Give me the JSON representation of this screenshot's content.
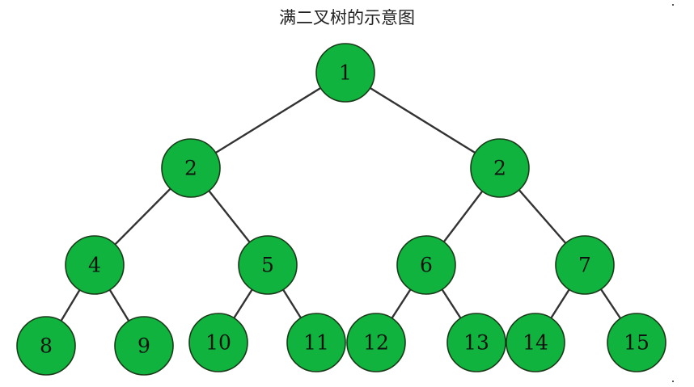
{
  "title": "满二叉树的示意图",
  "colors": {
    "node_fill": "#10b33d",
    "edge": "#333333",
    "text": "#111111"
  },
  "tree": {
    "nodes": [
      {
        "id": "n1",
        "label": "1"
      },
      {
        "id": "n2a",
        "label": "2"
      },
      {
        "id": "n2b",
        "label": "2"
      },
      {
        "id": "n4",
        "label": "4"
      },
      {
        "id": "n5",
        "label": "5"
      },
      {
        "id": "n6",
        "label": "6"
      },
      {
        "id": "n7",
        "label": "7"
      },
      {
        "id": "n8",
        "label": "8"
      },
      {
        "id": "n9",
        "label": "9"
      },
      {
        "id": "n10",
        "label": "10"
      },
      {
        "id": "n11",
        "label": "11"
      },
      {
        "id": "n12",
        "label": "12"
      },
      {
        "id": "n13",
        "label": "13"
      },
      {
        "id": "n14",
        "label": "14"
      },
      {
        "id": "n15",
        "label": "15"
      }
    ],
    "edges": [
      [
        "n1",
        "n2a"
      ],
      [
        "n1",
        "n2b"
      ],
      [
        "n2a",
        "n4"
      ],
      [
        "n2a",
        "n5"
      ],
      [
        "n2b",
        "n6"
      ],
      [
        "n2b",
        "n7"
      ],
      [
        "n4",
        "n8"
      ],
      [
        "n4",
        "n9"
      ],
      [
        "n5",
        "n10"
      ],
      [
        "n5",
        "n11"
      ],
      [
        "n6",
        "n12"
      ],
      [
        "n6",
        "n13"
      ],
      [
        "n7",
        "n14"
      ],
      [
        "n7",
        "n15"
      ]
    ]
  }
}
